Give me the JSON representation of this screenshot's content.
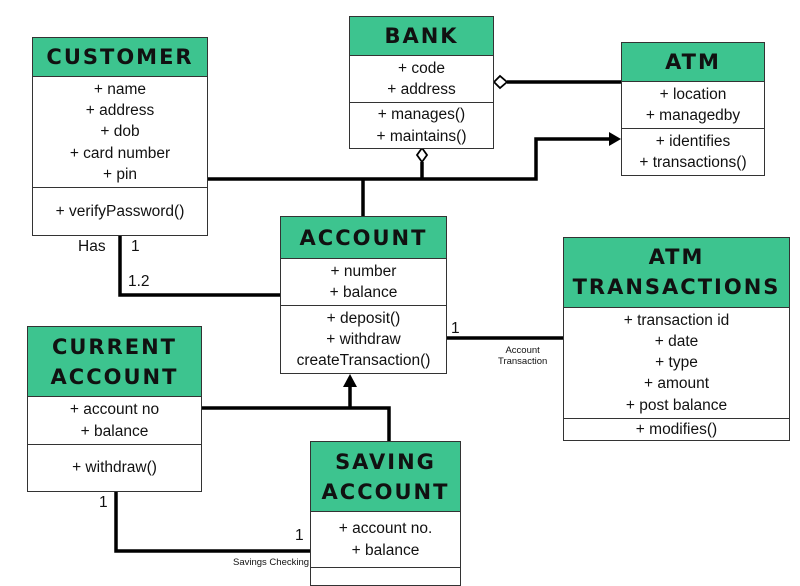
{
  "classes": {
    "bank": {
      "name": "BANK",
      "attributes": [
        "+ code",
        "+ address"
      ],
      "methods": [
        "+ manages()",
        "+ maintains()"
      ]
    },
    "customer": {
      "name": "CUSTOMER",
      "attributes": [
        "+ name",
        "+ address",
        "+ dob",
        "+ card number",
        "+ pin"
      ],
      "methods": [
        "+ verifyPassword()"
      ]
    },
    "atm": {
      "name": "ATM",
      "attributes": [
        "+ location",
        "+ managedby"
      ],
      "methods": [
        "+ identifies",
        "+ transactions()"
      ]
    },
    "account": {
      "name": "ACCOUNT",
      "attributes": [
        "+ number",
        "+ balance"
      ],
      "methods": [
        "+ deposit()",
        "+ withdraw",
        "createTransaction()"
      ]
    },
    "atm_transactions": {
      "name": "ATM\nTRANSACTIONS",
      "attributes": [
        "+ transaction id",
        "+ date",
        "+ type",
        "+ amount",
        "+ post balance"
      ],
      "methods": [
        "+ modifies()"
      ]
    },
    "current_account": {
      "name": "CURRENT\nACCOUNT",
      "attributes": [
        "+ account no",
        "+ balance"
      ],
      "methods": [
        "+ withdraw()"
      ]
    },
    "saving_account": {
      "name": "SAVING\nACCOUNT",
      "attributes": [
        "+ account no.",
        "+ balance"
      ],
      "methods": []
    }
  },
  "labels": {
    "has": "Has",
    "customer_mult": "1",
    "account_mult": "1.2",
    "account_txn_mult": "1",
    "account_txn_label": "Account\nTransaction",
    "current_mult": "1",
    "saving_mult": "1",
    "savings_checking_label": "Savings Checking"
  },
  "colors": {
    "header": "#3dc48f",
    "border": "#333333",
    "line": "#000000"
  }
}
